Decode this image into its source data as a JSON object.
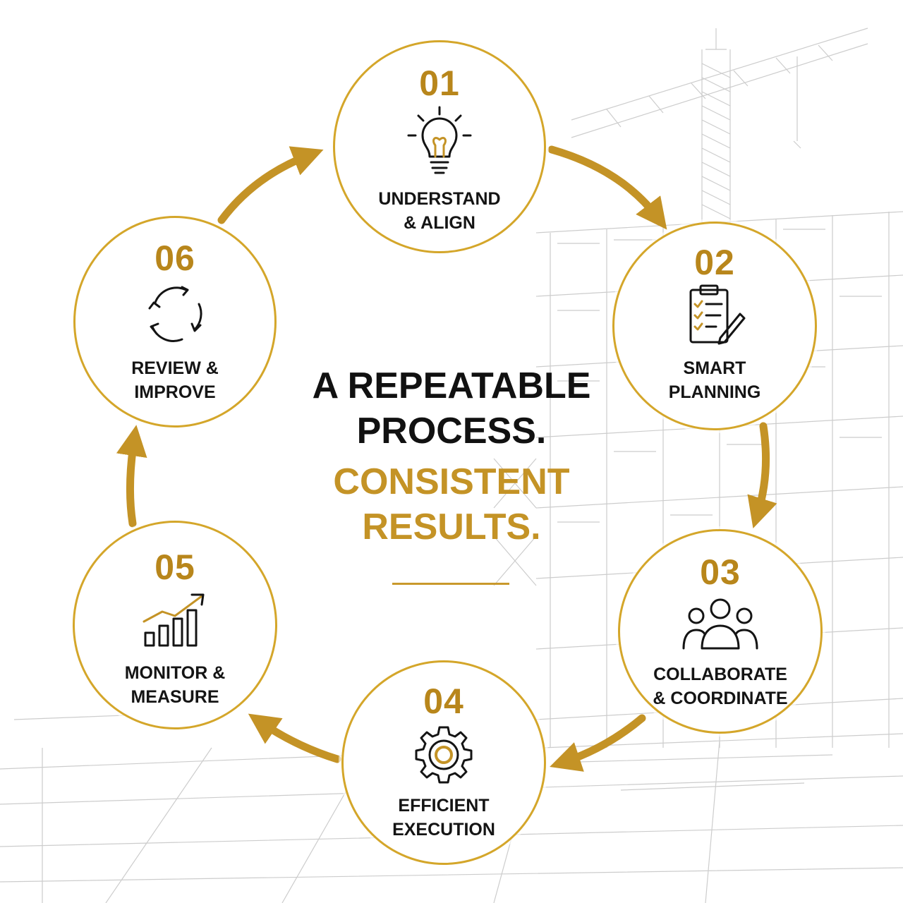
{
  "center": {
    "headline": "A REPEATABLE\nPROCESS.",
    "subline": "CONSISTENT\nRESULTS."
  },
  "steps": [
    {
      "number": "01",
      "label": "UNDERSTAND\n& ALIGN",
      "icon": "lightbulb-icon"
    },
    {
      "number": "02",
      "label": "SMART\nPLANNING",
      "icon": "clipboard-checklist-icon"
    },
    {
      "number": "03",
      "label": "COLLABORATE\n& COORDINATE",
      "icon": "team-group-icon"
    },
    {
      "number": "04",
      "label": "EFFICIENT\nEXECUTION",
      "icon": "gear-icon"
    },
    {
      "number": "05",
      "label": "MONITOR &\nMEASURE",
      "icon": "growth-chart-icon"
    },
    {
      "number": "06",
      "label": "REVIEW &\nIMPROVE",
      "icon": "cycle-arrows-icon"
    }
  ],
  "colors": {
    "accent": "#c49326",
    "ring": "#d4a62a",
    "text": "#141414",
    "sketch": "#b9b9b9"
  }
}
